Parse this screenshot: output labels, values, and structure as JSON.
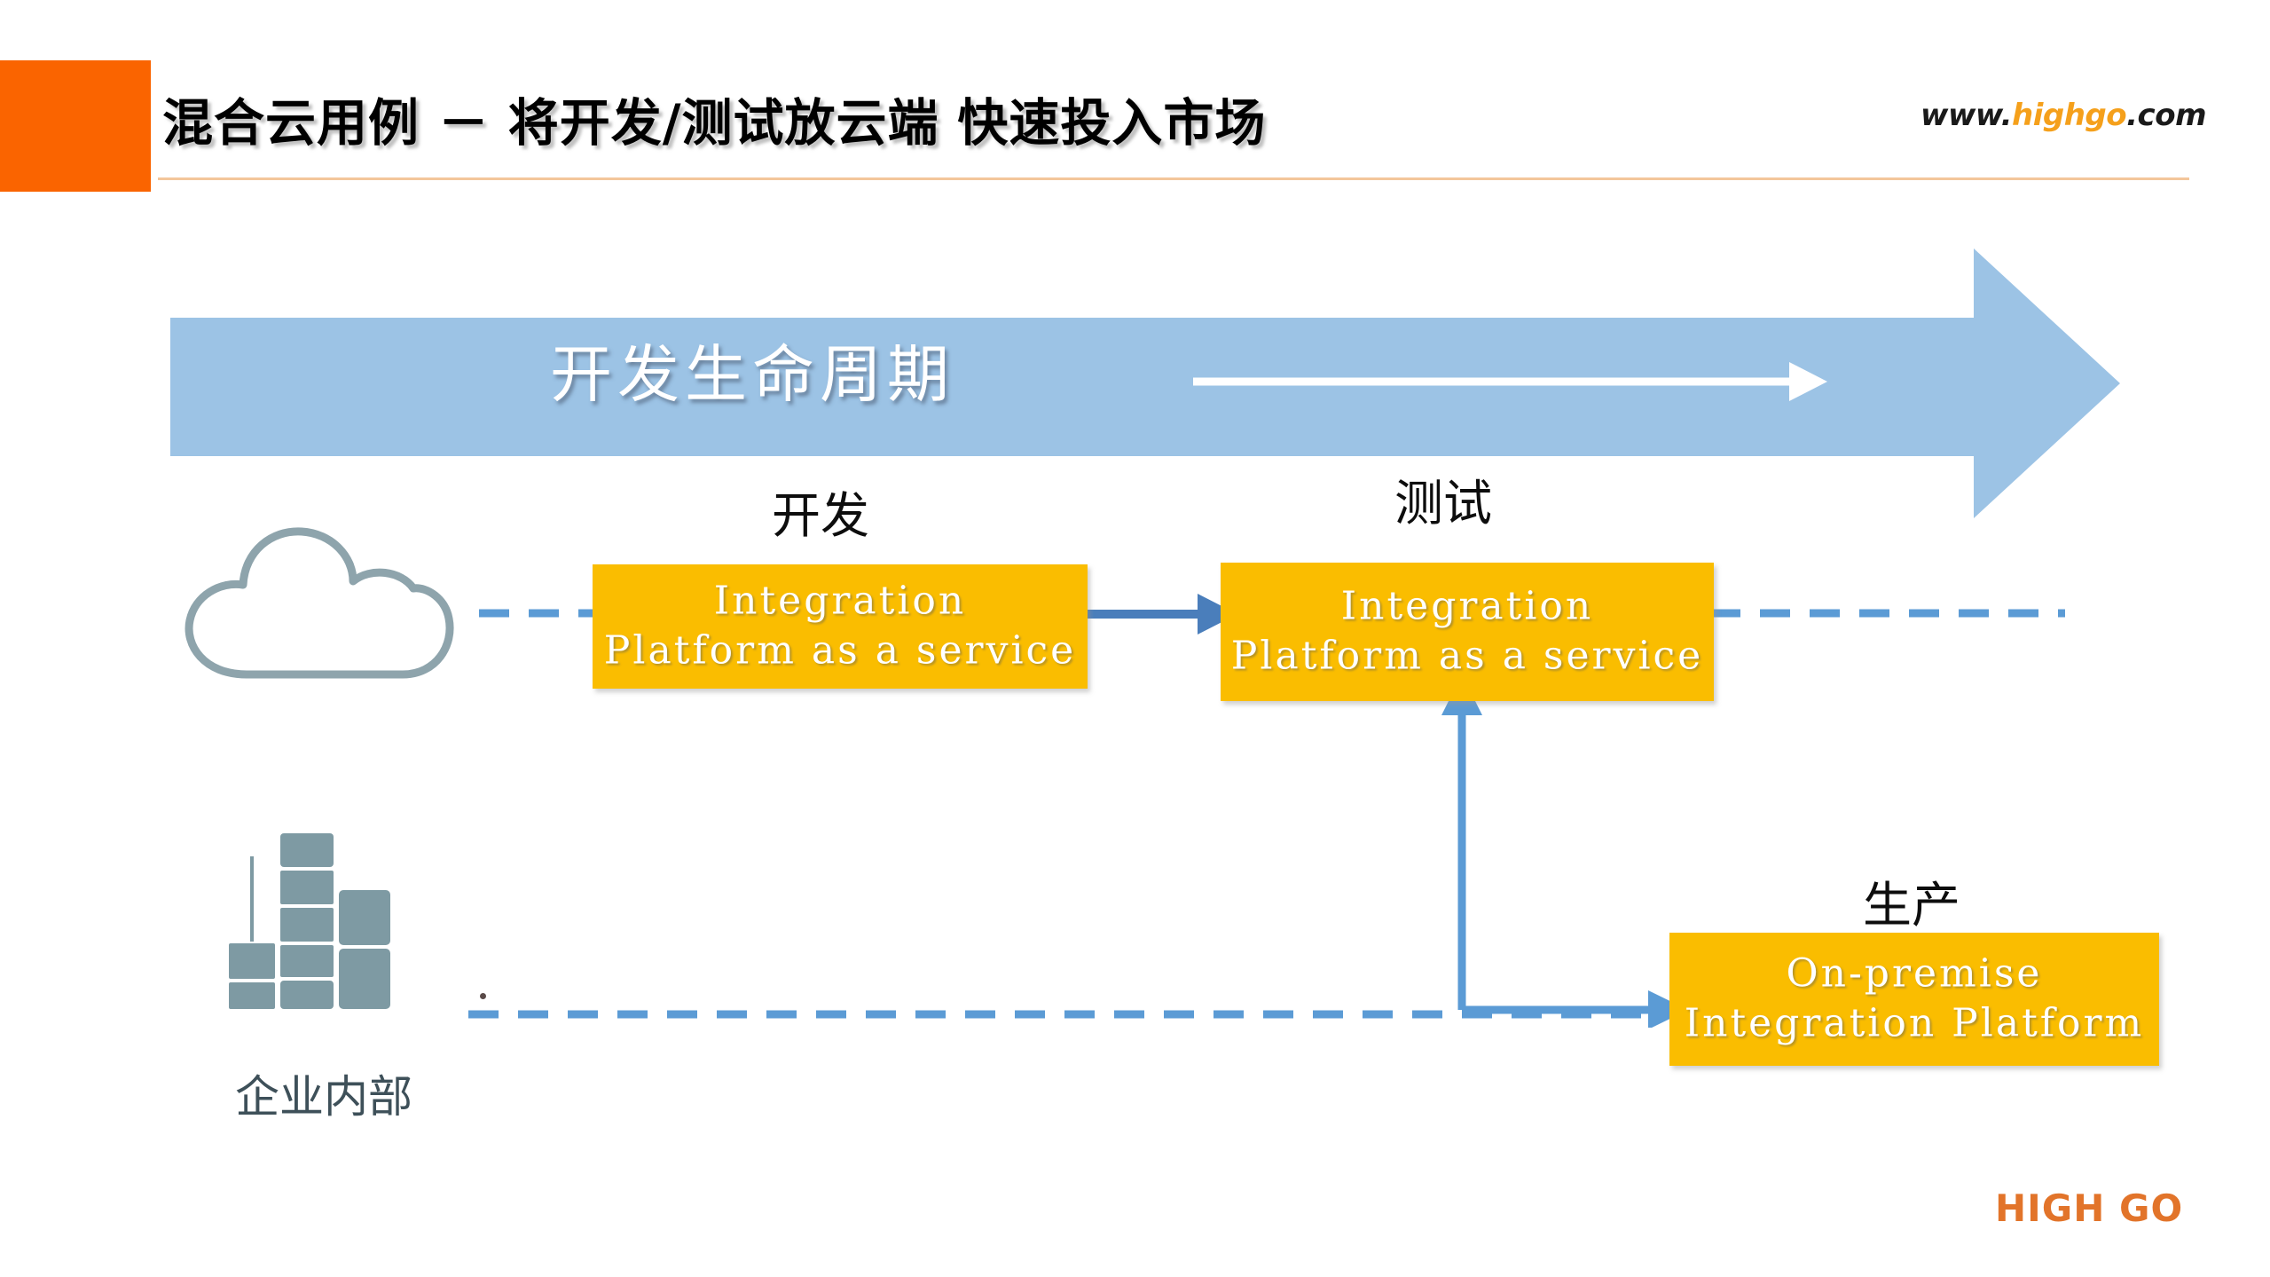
{
  "header": {
    "title": "混合云用例 －  将开发/测试放云端  快速投入市场",
    "site_logo": {
      "prefix": "www.",
      "brand": "highgo",
      "suffix": ".com"
    },
    "accent_block_color": "#FA6400",
    "rule_color": "#F3C69B"
  },
  "lifecycle": {
    "label": "开发生命周期",
    "arrow_color": "#9CC3E5",
    "inner_arrow_color": "#FFFFFF"
  },
  "stages": [
    {
      "key": "dev",
      "label": "开发"
    },
    {
      "key": "test",
      "label": "测试"
    },
    {
      "key": "prod",
      "label": "生产"
    }
  ],
  "boxes": [
    {
      "key": "dev",
      "line1": "Integration",
      "line2": "Platform as a service",
      "fill": "#FABD00",
      "text_color": "#FFFFFF"
    },
    {
      "key": "test",
      "line1": "Integration",
      "line2": "Platform as a service",
      "fill": "#FABD00",
      "text_color": "#FFFFFF"
    },
    {
      "key": "prod",
      "line1": "On-premise",
      "line2": "Integration Platform",
      "fill": "#FABD00",
      "text_color": "#FFFFFF"
    }
  ],
  "icons": {
    "cloud": "cloud-icon",
    "building": "building-icon",
    "premise_label": "企业内部",
    "icon_color": "#7E9AA3"
  },
  "connectors": {
    "line_color": "#5B9BD5",
    "cloud_to_dev": "dashed",
    "dev_to_test": "solid-arrow",
    "test_right": "dashed",
    "premise_dashed": "dashed",
    "elbow": "solid-arrow"
  },
  "footer": {
    "logo_text": "HIGH GO",
    "logo_color": "#E2742A"
  }
}
